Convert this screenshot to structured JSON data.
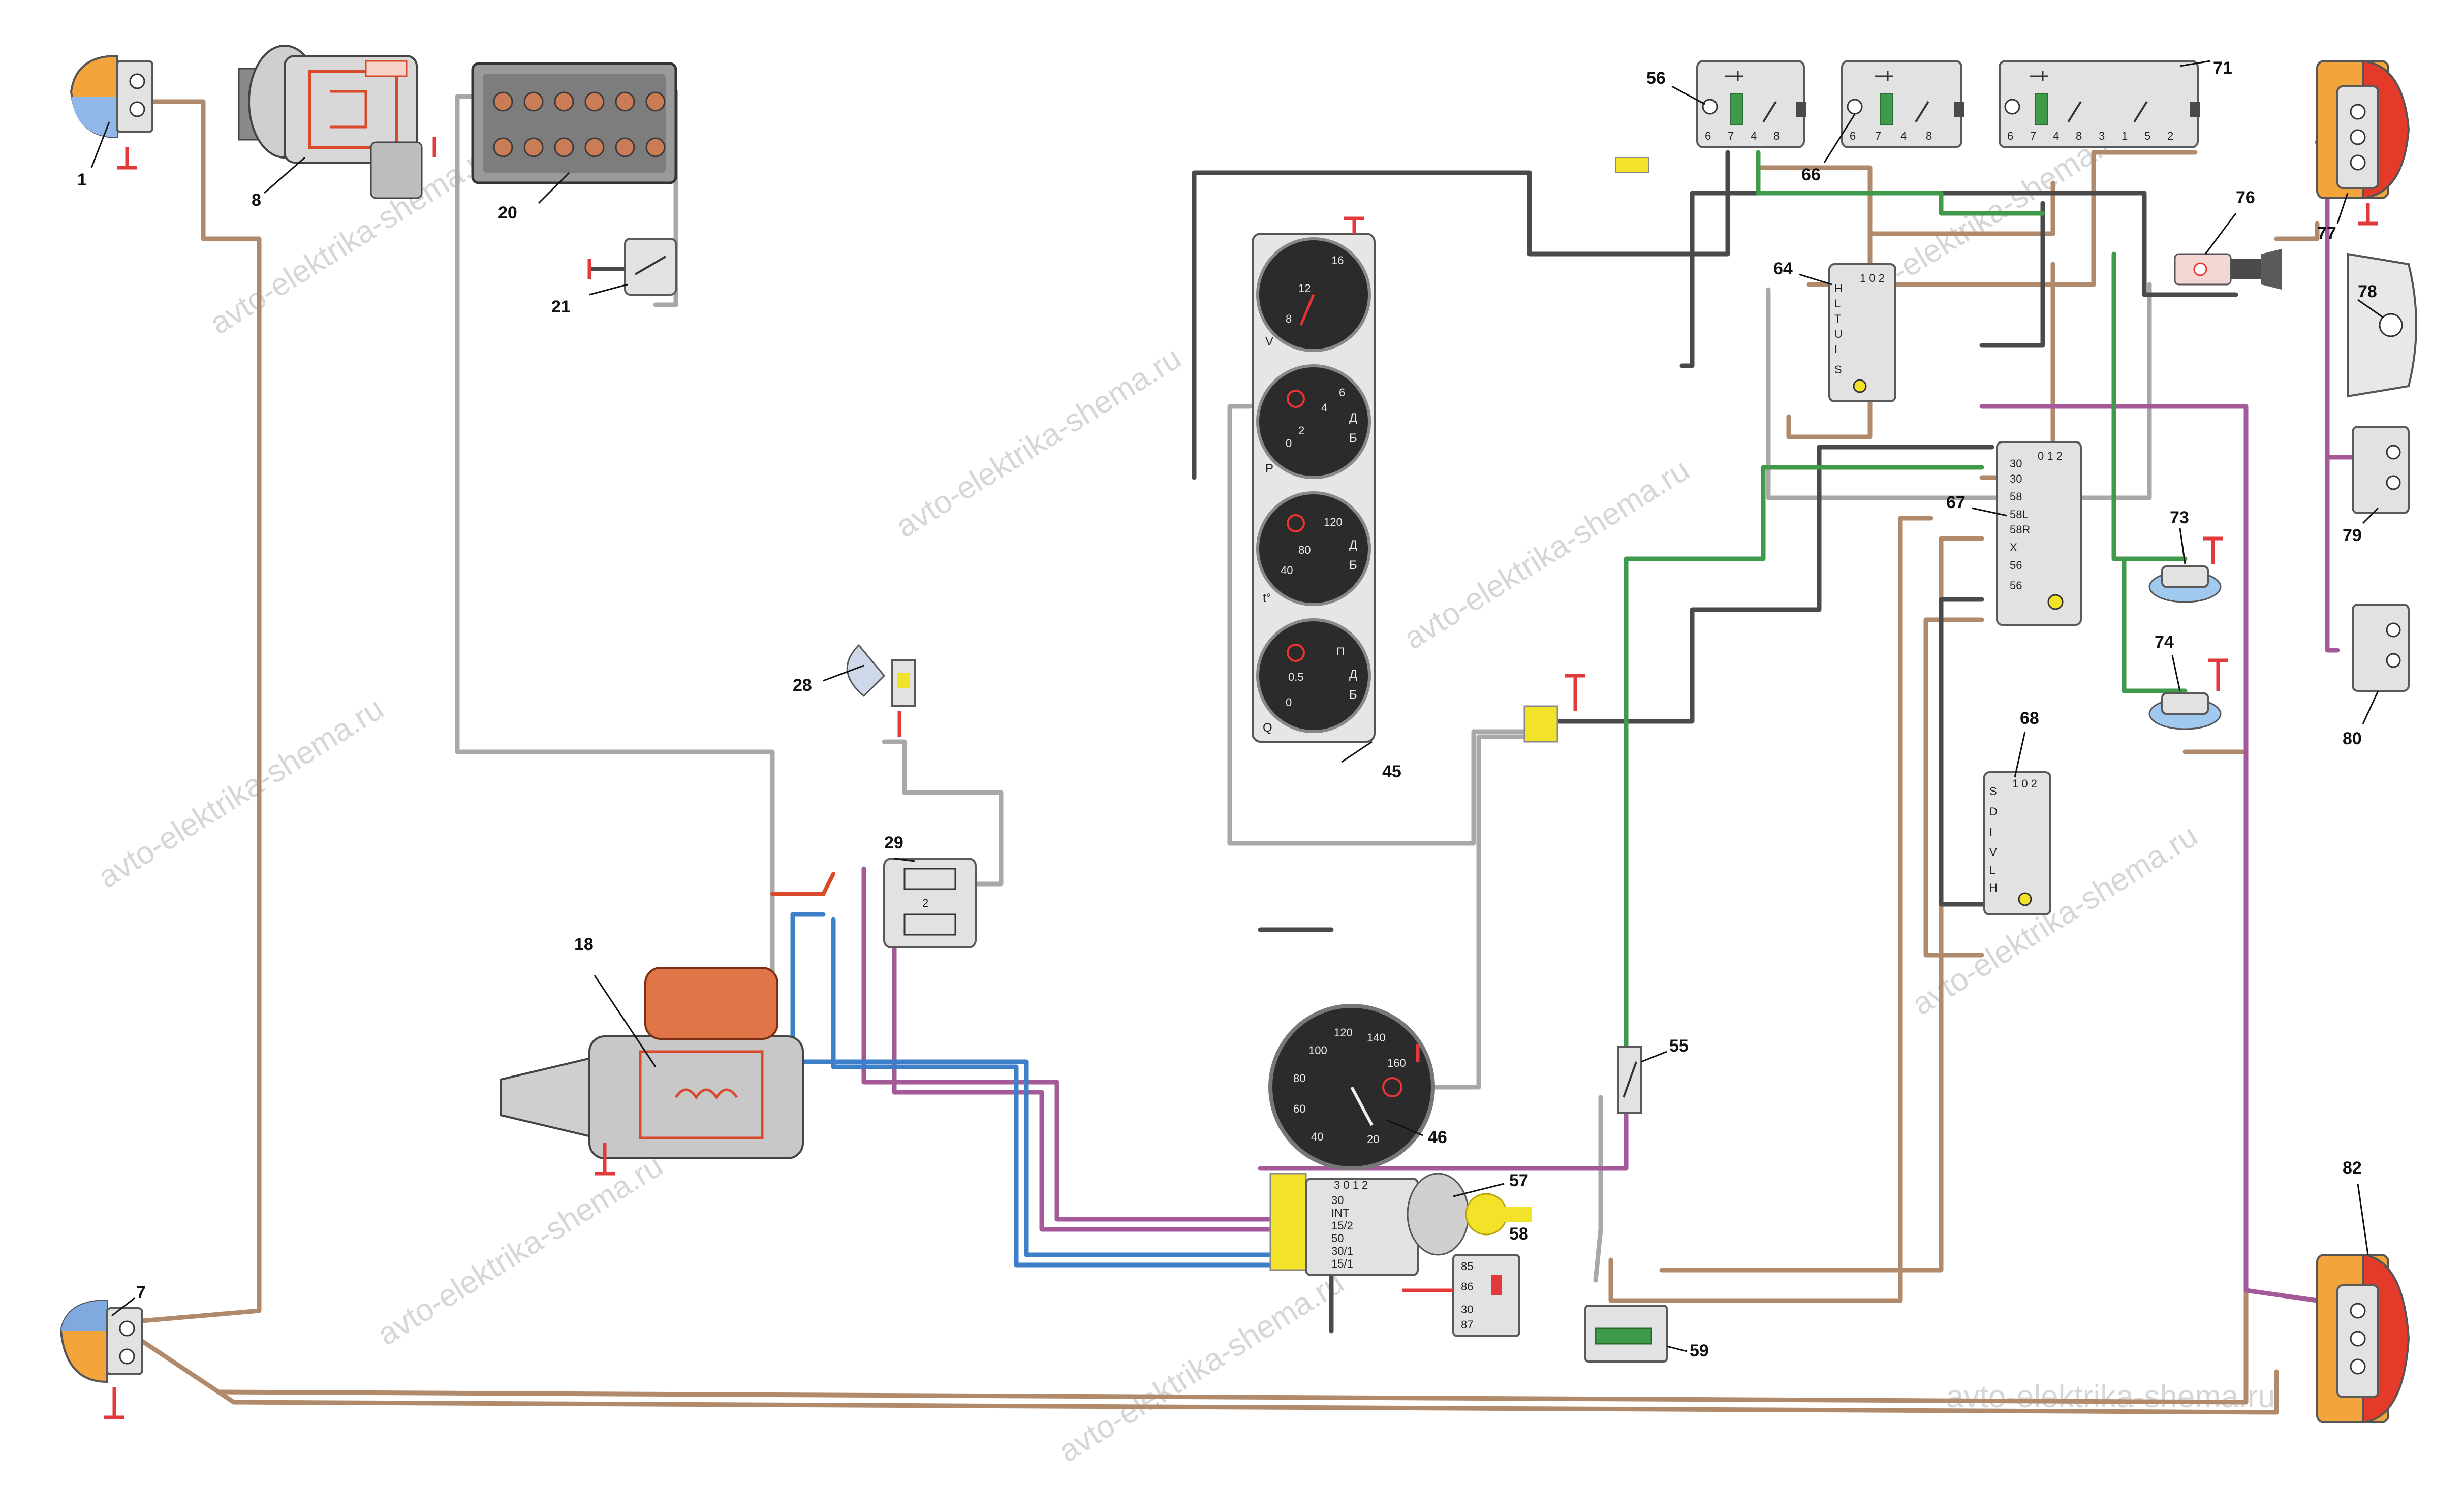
{
  "title": "",
  "watermark": "avto-elektrika-shema.ru",
  "components": {
    "c1": "1",
    "c7": "7",
    "c8": "8",
    "c18": "18",
    "c20": "20",
    "c21": "21",
    "c28": "28",
    "c29": "29",
    "c45": "45",
    "c46": "46",
    "c55": "55",
    "c56": "56",
    "c57": "57",
    "c58": "58",
    "c59": "59",
    "c64": "64",
    "c66": "66",
    "c67": "67",
    "c68": "68",
    "c71": "71",
    "c73": "73",
    "c74": "74",
    "c76": "76",
    "c77": "77",
    "c78": "78",
    "c79": "79",
    "c80": "80",
    "c82": "82"
  },
  "relay_pins": {
    "r56": [
      "6",
      "7",
      "4",
      "8"
    ],
    "r66": [
      "6",
      "7",
      "4",
      "8"
    ],
    "r71": [
      "6",
      "7",
      "4",
      "8",
      "3",
      "1",
      "5",
      "2"
    ]
  },
  "switch64": {
    "header": "1 0 2",
    "pins": [
      "H",
      "L",
      "T",
      "U",
      "I",
      "S"
    ]
  },
  "switch67": {
    "header": "0 1 2",
    "pins": [
      "30",
      "30",
      "58",
      "58L",
      "58R",
      "X",
      "56",
      "56"
    ]
  },
  "switch68": {
    "header": "1 0 2",
    "pins": [
      "S",
      "D",
      "I",
      "V",
      "L",
      "H"
    ]
  },
  "ignition57": {
    "header": "3 0 1 2",
    "pins": [
      "30",
      "INT",
      "15/2",
      "50",
      "30/1",
      "15/1"
    ]
  },
  "relay58": {
    "pins": [
      "85",
      "86",
      "30",
      "87"
    ]
  },
  "gauges45": {
    "g1": {
      "ticks": [
        "8",
        "12",
        "16"
      ],
      "side": "V"
    },
    "g2": {
      "ticks": [
        "0",
        "2",
        "4",
        "6"
      ],
      "side": "P",
      "marks": [
        "Д",
        "Б"
      ]
    },
    "g3": {
      "ticks": [
        "40",
        "80",
        "120"
      ],
      "side": "t°",
      "marks": [
        "Д",
        "Б"
      ]
    },
    "g4": {
      "ticks": [
        "0",
        "0.5",
        "П"
      ],
      "side": "Q",
      "marks": [
        "Д",
        "Б"
      ]
    }
  },
  "tacho46": {
    "ticks": [
      "20",
      "40",
      "60",
      "80",
      "100",
      "120",
      "140",
      "160"
    ]
  },
  "relay29": {
    "pin": "2"
  },
  "colors": {
    "brown": "#b08a6a",
    "grey": "#a8a8a8",
    "black": "#4a4a4a",
    "purple": "#a45a98",
    "blue": "#3d7fc8",
    "green": "#3f9a4b",
    "red": "#d94a2a",
    "yellow": "#f2e22a",
    "ground": "#e23a3a"
  }
}
